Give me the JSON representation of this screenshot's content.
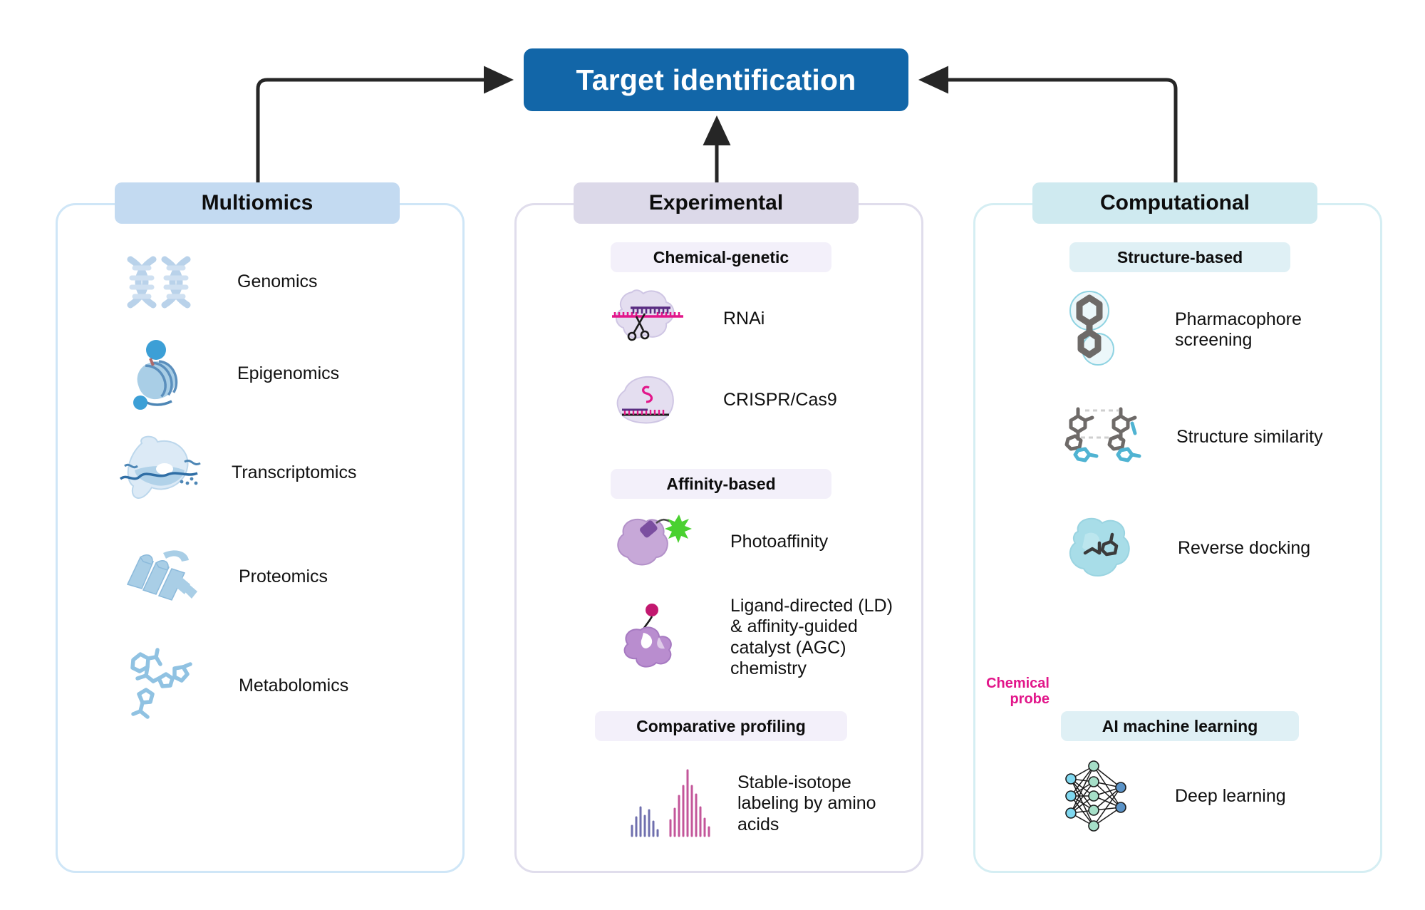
{
  "diagram": {
    "title": "Target identification"
  },
  "columns": [
    {
      "id": "multiomics",
      "header": "Multiomics",
      "header_color": "#c3daf1",
      "border_color": "#cfe6f7",
      "items": [
        {
          "label": "Genomics",
          "icon": "dna-helix-icon"
        },
        {
          "label": "Epigenomics",
          "icon": "nucleosome-icon"
        },
        {
          "label": "Transcriptomics",
          "icon": "ribosome-rna-icon"
        },
        {
          "label": "Proteomics",
          "icon": "protein-ribbon-icon"
        },
        {
          "label": "Metabolomics",
          "icon": "metabolite-molecule-icon"
        }
      ]
    },
    {
      "id": "experimental",
      "header": "Experimental",
      "header_color": "#dcd9e9",
      "border_color": "#e0ddec",
      "sections": [
        {
          "title": "Chemical-genetic",
          "items": [
            {
              "label": "RNAi",
              "icon": "rnai-scissors-icon"
            },
            {
              "label": "CRISPR/Cas9",
              "icon": "crispr-cas9-icon"
            }
          ]
        },
        {
          "title": "Affinity-based",
          "items": [
            {
              "label": "Photoaffinity",
              "icon": "photoaffinity-probe-icon"
            },
            {
              "label": "Ligand-directed (LD) & affinity-guided catalyst (AGC) chemistry",
              "icon": "ligand-directed-probe-icon",
              "annotation": "Chemical probe"
            }
          ]
        },
        {
          "title": "Comparative profiling",
          "items": [
            {
              "label": "Stable-isotope labeling by amino acids",
              "icon": "silac-spectrum-icon"
            }
          ]
        }
      ]
    },
    {
      "id": "computational",
      "header": "Computational",
      "header_color": "#cfeaf0",
      "border_color": "#d5eef3",
      "sections": [
        {
          "title": "Structure-based",
          "items": [
            {
              "label": "Pharmacophore screening",
              "icon": "pharmacophore-icon"
            },
            {
              "label": "Structure similarity",
              "icon": "structure-similarity-icon"
            },
            {
              "label": "Reverse docking",
              "icon": "reverse-docking-icon"
            }
          ]
        },
        {
          "title": "AI machine learning",
          "items": [
            {
              "label": "Deep learning",
              "icon": "neural-network-icon"
            }
          ]
        }
      ]
    }
  ],
  "annotations": {
    "chemical_probe_line1": "Chemical",
    "chemical_probe_line2": "probe"
  },
  "colors": {
    "title_bg": "#1266a8",
    "title_text": "#ffffff",
    "multiomics_accent": "#c3daf1",
    "experimental_accent": "#dcd9e9",
    "computational_accent": "#cfeaf0",
    "probe_magenta": "#e2168a",
    "connector": "#262626"
  }
}
